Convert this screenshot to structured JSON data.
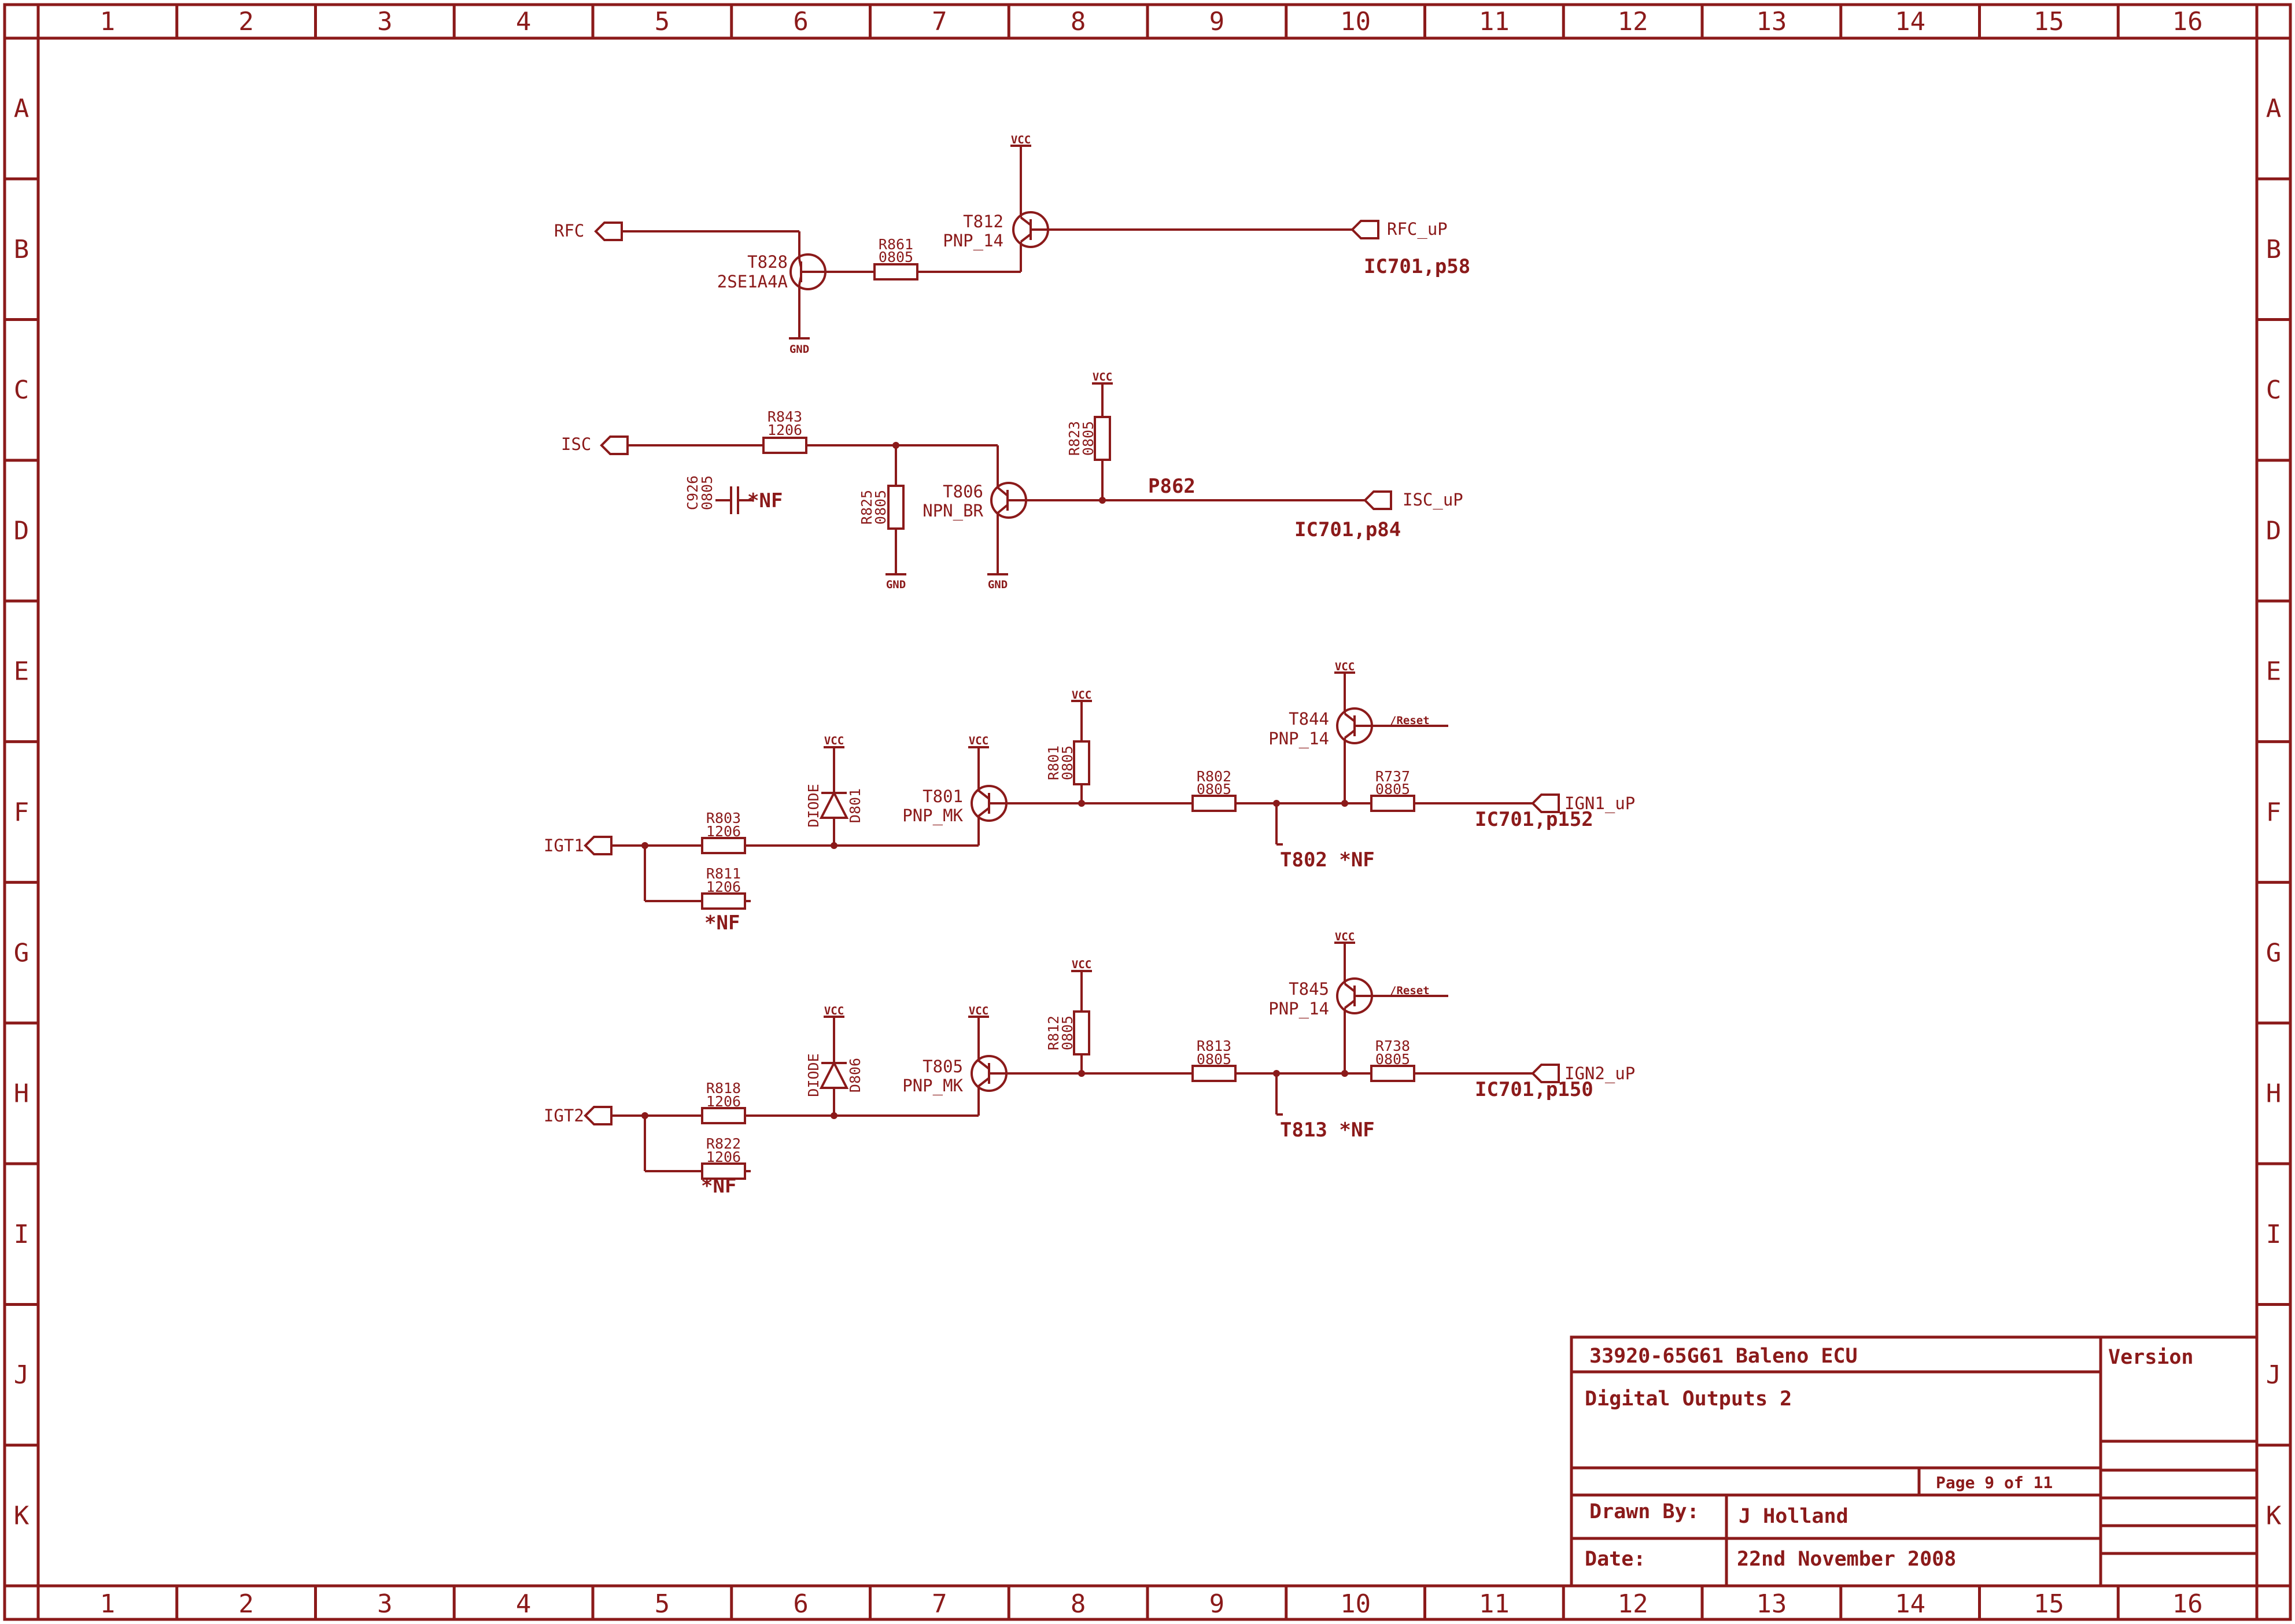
{
  "columns": [
    "1",
    "2",
    "3",
    "4",
    "5",
    "6",
    "7",
    "8",
    "9",
    "10",
    "11",
    "12",
    "13",
    "14",
    "15",
    "16"
  ],
  "rows": [
    "A",
    "B",
    "C",
    "D",
    "E",
    "F",
    "G",
    "H",
    "I",
    "J",
    "K"
  ],
  "power": {
    "vcc": "VCC",
    "gnd": "GND"
  },
  "rfc": {
    "in_port": "RFC",
    "out_port": "RFC_uP",
    "ic_ref": "IC701,p58",
    "t828_ref": "T828",
    "t828_val": "2SE1A4A",
    "t812_ref": "T812",
    "t812_val": "PNP_14",
    "r861_ref": "R861",
    "r861_val": "0805"
  },
  "isc": {
    "in_port": "ISC",
    "out_port": "ISC_uP",
    "ic_ref": "IC701,p84",
    "net": "P862",
    "r843_ref": "R843",
    "r843_val": "1206",
    "c926_ref": "C926",
    "c926_val": "0805",
    "c926_nf": "*NF",
    "r825_ref": "R825",
    "r825_val": "0805",
    "t806_ref": "T806",
    "t806_val": "NPN_BR",
    "r823_ref": "R823",
    "r823_val": "0805"
  },
  "igt1": {
    "in_port": "IGT1",
    "out_port": "IGN1_uP",
    "ic_ref": "IC701,p152",
    "r803_ref": "R803",
    "r803_val": "1206",
    "r811_ref": "R811",
    "r811_val": "1206",
    "r811_nf": "*NF",
    "diode_type": "DIODE",
    "diode_ref": "D801",
    "t801_ref": "T801",
    "t801_val": "PNP_MK",
    "r801_ref": "R801",
    "r801_val": "0805",
    "r802_ref": "R802",
    "r802_val": "0805",
    "t802_label": "T802 *NF",
    "t844_ref": "T844",
    "t844_val": "PNP_14",
    "reset": "/Reset",
    "r737_ref": "R737",
    "r737_val": "0805"
  },
  "igt2": {
    "in_port": "IGT2",
    "out_port": "IGN2_uP",
    "ic_ref": "IC701,p150",
    "r818_ref": "R818",
    "r818_val": "1206",
    "r822_ref": "R822",
    "r822_val": "1206",
    "r822_nf": "*NF",
    "diode_type": "DIODE",
    "diode_ref": "D806",
    "t805_ref": "T805",
    "t805_val": "PNP_MK",
    "r812_ref": "R812",
    "r812_val": "0805",
    "r813_ref": "R813",
    "r813_val": "0805",
    "t813_label": "T813 *NF",
    "t845_ref": "T845",
    "t845_val": "PNP_14",
    "reset": "/Reset",
    "r738_ref": "R738",
    "r738_val": "0805"
  },
  "title_block": {
    "project": "33920-65G61 Baleno ECU",
    "version_label": "Version",
    "sheet_title": "Digital Outputs 2",
    "page": "Page 9 of 11",
    "drawn_by_label": "Drawn By:",
    "drawn_by": "J Holland",
    "date_label": "Date:",
    "date": "22nd November 2008"
  }
}
